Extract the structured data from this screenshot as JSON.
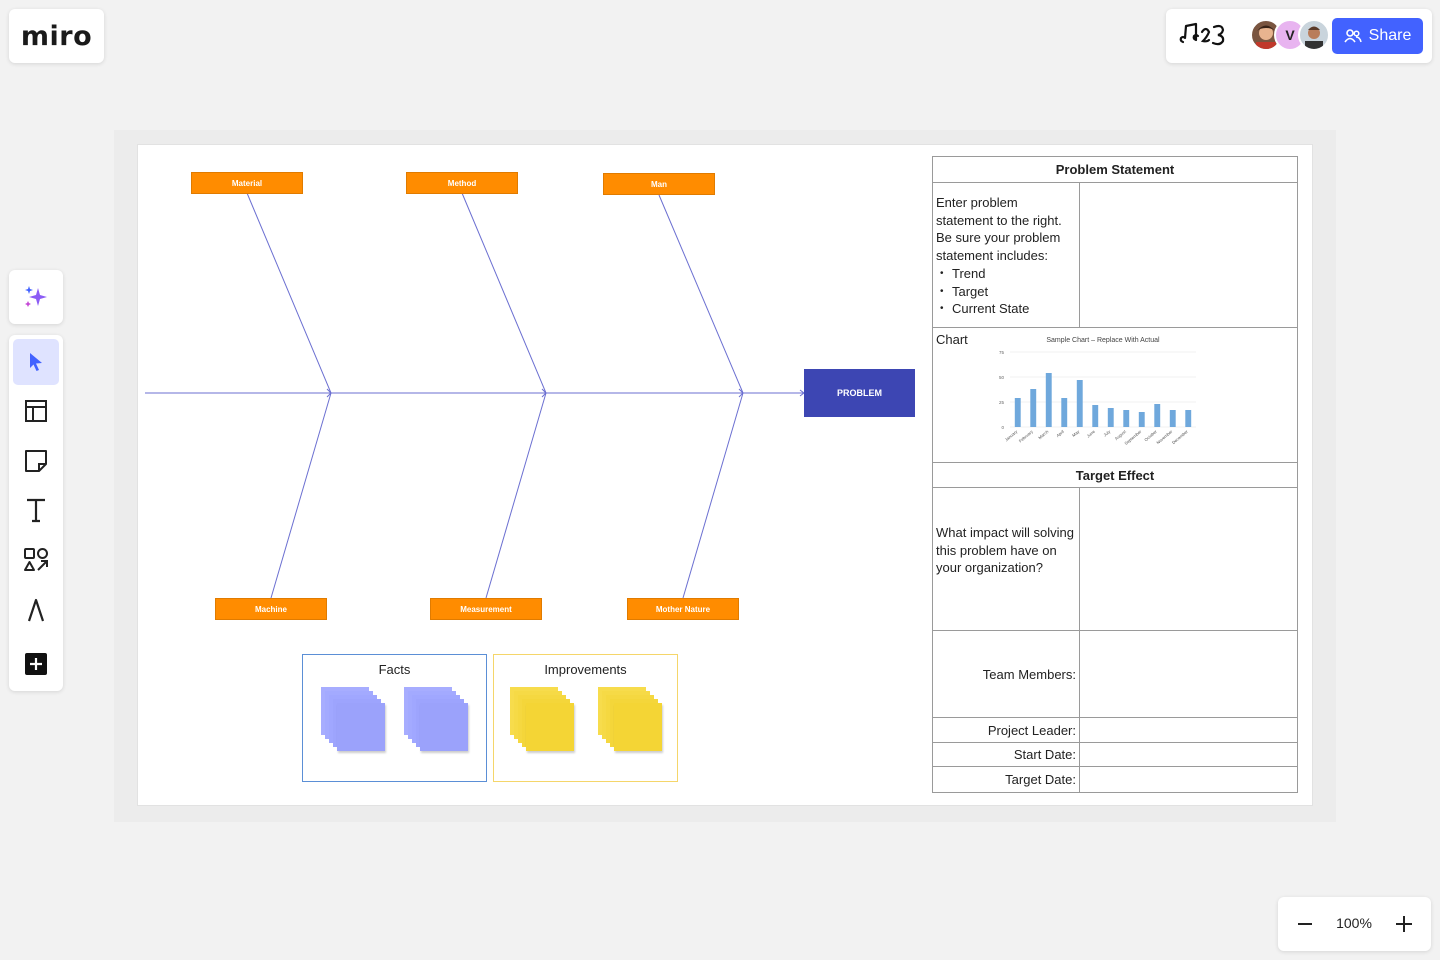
{
  "app": {
    "logo": "miro"
  },
  "header": {
    "share_label": "Share",
    "collaborators": [
      {
        "initial": ""
      },
      {
        "initial": "V"
      },
      {
        "initial": ""
      }
    ]
  },
  "zoom": {
    "level": "100%"
  },
  "fishbone": {
    "categories_top": [
      "Material",
      "Method",
      "Man"
    ],
    "categories_bottom": [
      "Machine",
      "Measurement",
      "Mother Nature"
    ],
    "problem": "PROBLEM"
  },
  "cards": {
    "facts_title": "Facts",
    "improvements_title": "Improvements"
  },
  "problem_table": {
    "title": "Problem Statement",
    "intro": "Enter problem statement to the right. Be sure your problem statement includes:",
    "bullets": [
      "Trend",
      "Target",
      "Current State"
    ],
    "chart_label": "Chart",
    "target_effect_title": "Target Effect",
    "target_effect_text": "What impact will solving this problem have on your organization?",
    "team_members_label": "Team Members:",
    "project_leader_label": "Project Leader:",
    "start_date_label": "Start Date:",
    "target_date_label": "Target Date:"
  },
  "chart_data": {
    "type": "bar",
    "title": "Sample Chart – Replace With Actual",
    "categories": [
      "January",
      "February",
      "March",
      "April",
      "May",
      "June",
      "July",
      "August",
      "September",
      "October",
      "November",
      "December"
    ],
    "values": [
      29,
      38,
      54,
      29,
      47,
      22,
      19,
      17,
      15,
      23,
      17,
      17
    ],
    "ylim": [
      0,
      75
    ],
    "yticks": [
      0,
      25,
      50,
      75
    ],
    "color": "#6fa8dc",
    "grid": true
  },
  "colors": {
    "accent": "#4262ff",
    "fishbone_label": "#ff8c00",
    "problem_box": "#3d46b3",
    "facts_sticky": "#9ea6ff",
    "improvements_sticky": "#f5d63d"
  }
}
